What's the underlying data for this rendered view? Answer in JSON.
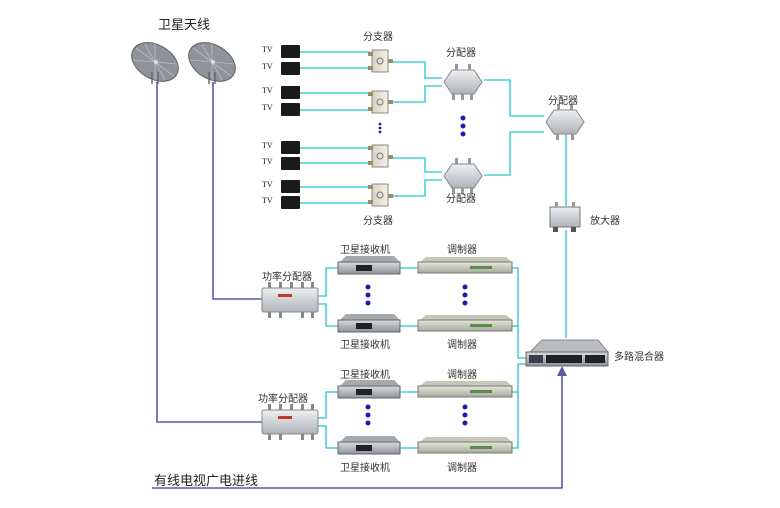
{
  "title": "卫星天线",
  "colors": {
    "signal_line": "#48d1d8",
    "feed_line": "#5a5aa8",
    "dot": "#1c1cb0",
    "device_body": "#cfd3d6",
    "device_dark": "#2a2d33",
    "tv_screen": "#1a1a1a"
  },
  "labels": {
    "antenna": "卫星天线",
    "tv": "TV",
    "tap": "分支器",
    "splitter": "分配器",
    "amplifier": "放大器",
    "power_splitter": "功率分配器",
    "receiver": "卫星接收机",
    "modulator": "调制器",
    "combiner": "多路混合器",
    "cable_input": "有线电视广电进线"
  },
  "tv_groups": [
    {
      "tvs": [
        "TV",
        "TV"
      ]
    },
    {
      "tvs": [
        "TV",
        "TV"
      ]
    },
    {
      "tvs": [
        "TV",
        "TV"
      ]
    },
    {
      "tvs": [
        "TV",
        "TV"
      ]
    }
  ],
  "headend_chains": [
    {
      "power_splitter": "功率分配器",
      "top_receiver": "卫星接收机",
      "bottom_receiver": "卫星接收机",
      "top_modulator": "调制器",
      "bottom_modulator": "调制器"
    },
    {
      "power_splitter": "功率分配器",
      "top_receiver": "卫星接收机",
      "bottom_receiver": "卫星接收机",
      "top_modulator": "调制器",
      "bottom_modulator": "调制器"
    }
  ]
}
